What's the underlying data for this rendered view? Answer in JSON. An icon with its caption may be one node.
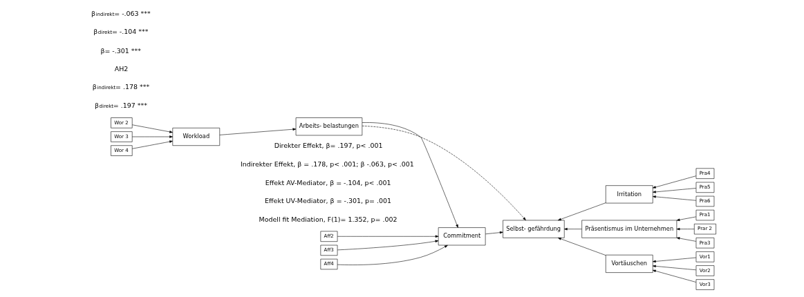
{
  "diagram": {
    "nodes": [
      {
        "text": [
          "Wor 2"
        ]
      },
      {
        "text": [
          "Wor 3"
        ]
      },
      {
        "text": [
          "Wor 4"
        ]
      },
      {
        "text": [
          "Workload"
        ]
      },
      {
        "text": [
          "Arbeits- belastungen"
        ]
      },
      {
        "text": [
          "Commitment"
        ]
      },
      {
        "text": [
          "Aff2"
        ]
      },
      {
        "text": [
          "Aff3"
        ]
      },
      {
        "text": [
          "Aff4"
        ]
      },
      {
        "text": [
          "Selbst- gefährdung"
        ]
      },
      {
        "text": [
          "Pra4"
        ]
      },
      {
        "text": [
          "Pra5"
        ]
      },
      {
        "text": [
          "Pra6"
        ]
      },
      {
        "text": [
          "Irritation"
        ]
      },
      {
        "text": [
          "Pra1"
        ]
      },
      {
        "text": [
          "Prar 2"
        ]
      },
      {
        "text": [
          "Pra3"
        ]
      },
      {
        "text": [
          "Präsentismus im Unternehmen"
        ]
      },
      {
        "text": [
          "Vortäuschen"
        ]
      },
      {
        "text": [
          "Vor1"
        ]
      },
      {
        "text": [
          "Vor2"
        ]
      },
      {
        "text": [
          "Vor3"
        ]
      }
    ],
    "edges": [
      {
        "from": 0,
        "to": 3,
        "arrow": "to"
      },
      {
        "from": 1,
        "to": 3,
        "arrow": "to"
      },
      {
        "from": 2,
        "to": 3,
        "arrow": "to"
      },
      {
        "from": 3,
        "to": 4,
        "arrow": "to"
      },
      {
        "from": 4,
        "to": 9,
        "arrow": "to",
        "style": "dashed"
      },
      {
        "from": 4,
        "to": 5,
        "arrow": "to"
      },
      {
        "from": 5,
        "to": 9,
        "arrow": "to"
      },
      {
        "from": 6,
        "to": 5,
        "arrow": "to"
      },
      {
        "from": 7,
        "to": 5,
        "arrow": "to"
      },
      {
        "from": 8,
        "to": 5,
        "arrow": "to"
      },
      {
        "from": 13,
        "to": 9,
        "arrow": "to"
      },
      {
        "from": 17,
        "to": 9,
        "arrow": "to"
      },
      {
        "from": 18,
        "to": 9,
        "arrow": "to"
      },
      {
        "from": 10,
        "to": 13,
        "arrow": "to"
      },
      {
        "from": 11,
        "to": 13,
        "arrow": "to"
      },
      {
        "from": 12,
        "to": 13,
        "arrow": "to"
      },
      {
        "from": 14,
        "to": 17,
        "arrow": "to"
      },
      {
        "from": 15,
        "to": 17,
        "arrow": "to"
      },
      {
        "from": 16,
        "to": 17,
        "arrow": "to"
      },
      {
        "from": 19,
        "to": 18,
        "arrow": "to"
      },
      {
        "from": 20,
        "to": 18,
        "arrow": "to"
      },
      {
        "from": 21,
        "to": 18,
        "arrow": "to"
      }
    ],
    "labels": [
      "Direkter Effekt, β= .197, p< .001",
      "Indirekter Effekt, β = .178, p< .001; β -.063, p< .001",
      "Effekt AV-Mediator, β = -.104, p< .001",
      "Effekt UV-Mediator, β = -.301, p= .001",
      "Modell fit Mediation, F(1)= 1.352, p= .002",
      "β$_{direkt}$= .197 ***",
      "β$_{indirekt}$= .178 ***",
      "AH2",
      "β= -.301 ***",
      "β$_{direkt}$= -.104 ***",
      "β$_{indirekt}$= -.063 ***"
    ]
  }
}
